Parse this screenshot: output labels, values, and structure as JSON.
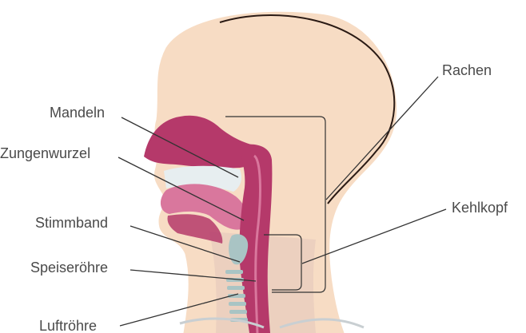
{
  "labels": {
    "mandeln": "Mandeln",
    "zungenwurzel": "Zungenwurzel",
    "stimmband": "Stimmband",
    "speiseroehre": "Speiseröhre",
    "luftroehre": "Luftröhre",
    "rachen": "Rachen",
    "kehlkopf": "Kehlkopf"
  },
  "colors": {
    "skin": "#f7dcc4",
    "outline": "#2a1a14",
    "tissue": "#b5396a",
    "tissue_light": "#d9779d",
    "throat": "#ecd0bf",
    "cartilage": "#a9c4c4",
    "leader": "#333333"
  }
}
